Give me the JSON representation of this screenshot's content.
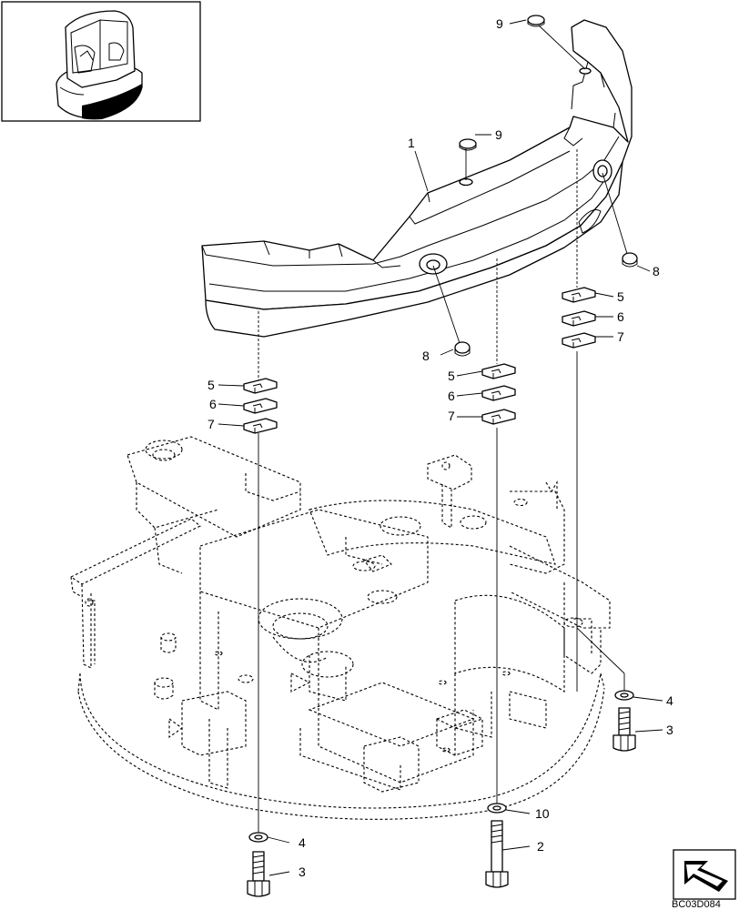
{
  "drawing_code": "BC03D084",
  "callouts": {
    "c1": "1",
    "c2": "2",
    "c3a": "3",
    "c3b": "3",
    "c4a": "4",
    "c4b": "4",
    "c5a": "5",
    "c5b": "5",
    "c5c": "5",
    "c6a": "6",
    "c6b": "6",
    "c6c": "6",
    "c7a": "7",
    "c7b": "7",
    "c7c": "7",
    "c8a": "8",
    "c8b": "8",
    "c9a": "9",
    "c9b": "9",
    "c10": "10"
  },
  "icons": {
    "thumbnail": "machine-location-thumbnail-icon",
    "nav": "next-page-arrow-icon"
  }
}
